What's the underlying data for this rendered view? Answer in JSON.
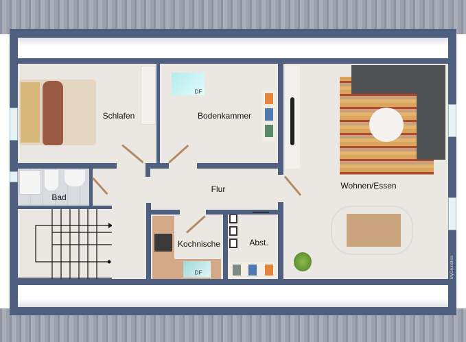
{
  "rooms": {
    "schlafen": "Schlafen",
    "bodenkammer": "Bodenkammer",
    "flur": "Flur",
    "wohnen_essen": "Wohnen/Essen",
    "bad": "Bad",
    "kochnische": "Kochnische",
    "abstell": "Abst."
  },
  "annotations": {
    "skylight_1": "DF",
    "skylight_2": "DF"
  },
  "watermark": "MyGrundriss",
  "colors": {
    "wall": "#4e5f7f",
    "floor": "#ebe8e3",
    "sofa": "#505254",
    "rug": "#d9a55c",
    "table": "#c9a47f"
  }
}
